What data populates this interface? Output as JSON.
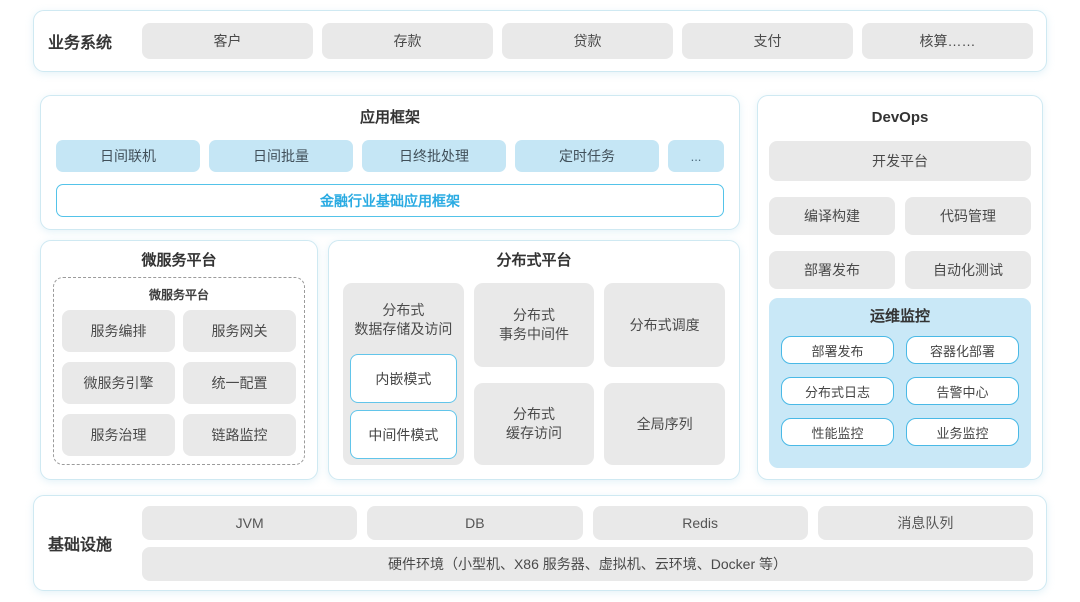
{
  "colors": {
    "panel_border": "#cfe9f2",
    "gray_box": "#e9e9e9",
    "blue_box": "#c5e6f5",
    "monitor_bg": "#c9e8f7",
    "accent_border": "#54c3e9",
    "accent_text": "#2aabe2"
  },
  "business": {
    "label": "业务系统",
    "items": [
      "客户",
      "存款",
      "贷款",
      "支付",
      "核算……"
    ]
  },
  "app_framework": {
    "title": "应用框架",
    "modules": [
      "日间联机",
      "日间批量",
      "日终批处理",
      "定时任务",
      "..."
    ],
    "base": "金融行业基础应用框架"
  },
  "devops": {
    "title": "DevOps",
    "platform": "开发平台",
    "tools": [
      "编译构建",
      "代码管理",
      "部署发布",
      "自动化测试"
    ],
    "monitoring": {
      "title": "运维监控",
      "items": [
        "部署发布",
        "容器化部署",
        "分布式日志",
        "告警中心",
        "性能监控",
        "业务监控"
      ]
    }
  },
  "microservice": {
    "title": "微服务平台",
    "inner_title": "微服务平台",
    "items": [
      "服务编排",
      "服务网关",
      "微服务引擎",
      "统一配置",
      "服务治理",
      "链路监控"
    ]
  },
  "distributed": {
    "title": "分布式平台",
    "storage": {
      "title": "分布式\n数据存储及访问",
      "modes": [
        "内嵌模式",
        "中间件模式"
      ]
    },
    "cells": [
      "分布式\n事务中间件",
      "分布式调度",
      "分布式\n缓存访问",
      "全局序列"
    ]
  },
  "infrastructure": {
    "label": "基础设施",
    "items": [
      "JVM",
      "DB",
      "Redis",
      "消息队列"
    ],
    "hardware": "硬件环境（小型机、X86 服务器、虚拟机、云环境、Docker 等）"
  }
}
